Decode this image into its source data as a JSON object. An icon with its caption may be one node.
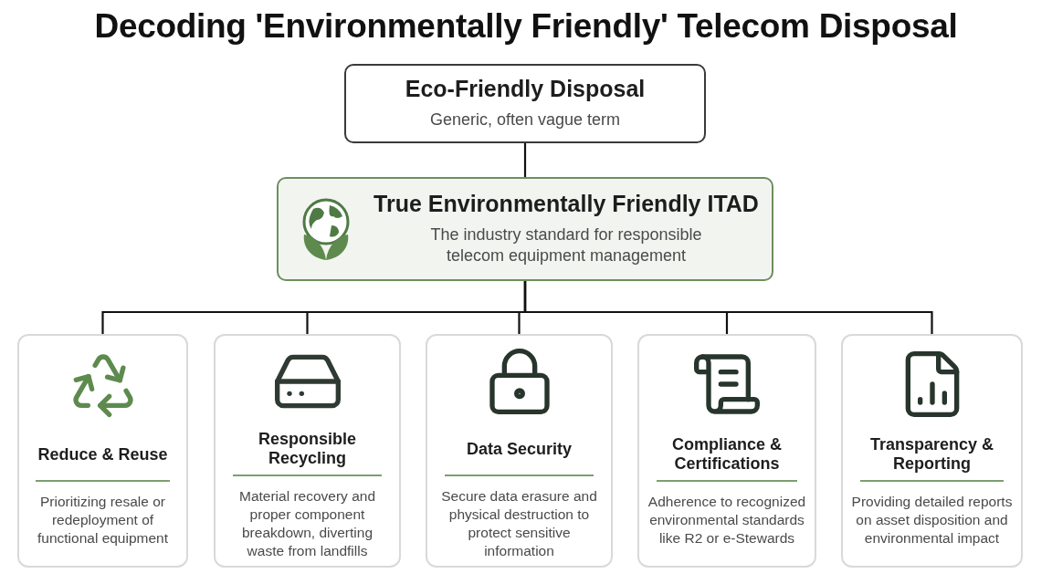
{
  "diagram": {
    "title": "Decoding 'Environmentally Friendly' Telecom Disposal",
    "nodes": [
      {
        "text": [
          "Eco-Friendly Disposal",
          "Generic, often vague term"
        ]
      },
      {
        "text": [
          "True Environmentally Friendly ITAD",
          "The industry standard for responsible telecom equipment management"
        ]
      },
      {
        "text": [
          "Reduce & Reuse",
          "Prioritizing resale or redeployment of functional equipment"
        ]
      },
      {
        "text": [
          "Responsible Recycling",
          "Material recovery and proper component breakdown, diverting waste from landfills"
        ]
      },
      {
        "text": [
          "Data Security",
          "Secure data erasure and physical destruction to protect sensitive information"
        ]
      },
      {
        "text": [
          "Compliance & Certifications",
          "Adherence to recognized environmental standards like R2 or e-Stewards"
        ]
      },
      {
        "text": [
          "Transparency & Reporting",
          "Providing detailed reports on asset disposition and environmental impact"
        ]
      }
    ],
    "edges": [
      {
        "from": 0,
        "to": 1,
        "arrow": "none"
      },
      {
        "from": 1,
        "to": 2,
        "arrow": "none"
      },
      {
        "from": 1,
        "to": 3,
        "arrow": "none"
      },
      {
        "from": 1,
        "to": 4,
        "arrow": "none"
      },
      {
        "from": 1,
        "to": 5,
        "arrow": "none"
      },
      {
        "from": 1,
        "to": 6,
        "arrow": "none"
      }
    ]
  }
}
